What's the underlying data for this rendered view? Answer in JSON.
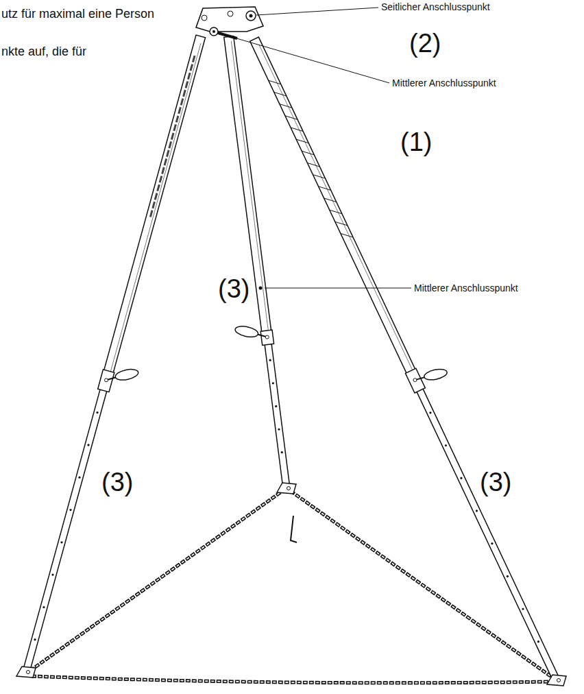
{
  "diagram": {
    "labels": [
      "Seitlicher Anschlusspunkt",
      "utz für maximal eine Person",
      "(2)",
      "nkte auf, die für",
      "Mittlerer Anschlusspunkt",
      "(1)",
      "(3)",
      "Mittlerer Anschlusspunkt",
      "(3)",
      "(3)"
    ]
  }
}
